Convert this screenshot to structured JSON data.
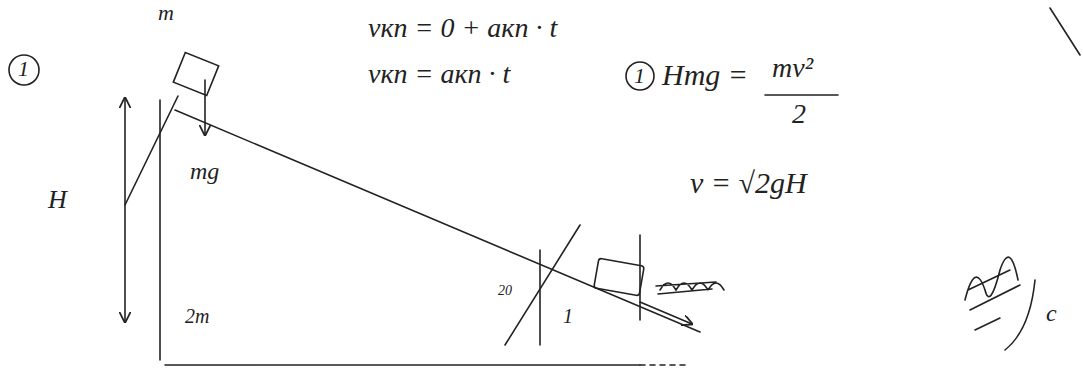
{
  "diagram": {
    "labels": [
      "1",
      "m",
      "vкп = 0 + aкп · t",
      "vкп = aкп · t",
      "1",
      "Hmg =",
      "mv²",
      "2",
      "v = √2gH",
      "H",
      "mg",
      "2m",
      "20",
      "1",
      "c"
    ]
  }
}
